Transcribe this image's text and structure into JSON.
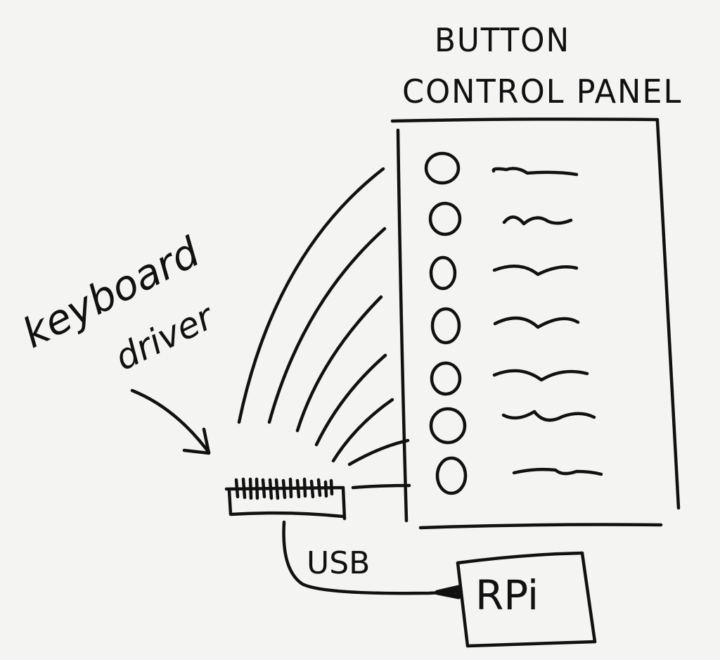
{
  "diagram": {
    "title_line1": "BUTTON",
    "title_line2": "CONTROL PANEL",
    "annotation_line1": "keyboard",
    "annotation_line2": "driver",
    "connection_label": "USB",
    "device_label": "RPi",
    "colors": {
      "background": "#f4f4f3",
      "ink": "#111111"
    }
  },
  "panel": {
    "button_count": 7,
    "buttons": [
      {
        "index": 1,
        "label": "squiggle"
      },
      {
        "index": 2,
        "label": "squiggle"
      },
      {
        "index": 3,
        "label": "squiggle"
      },
      {
        "index": 4,
        "label": "squiggle"
      },
      {
        "index": 5,
        "label": "squiggle"
      },
      {
        "index": 6,
        "label": "squiggle"
      },
      {
        "index": 7,
        "label": "squiggle"
      }
    ]
  },
  "keyboard_driver": {
    "wire_count": 7,
    "pin_count": 14
  }
}
